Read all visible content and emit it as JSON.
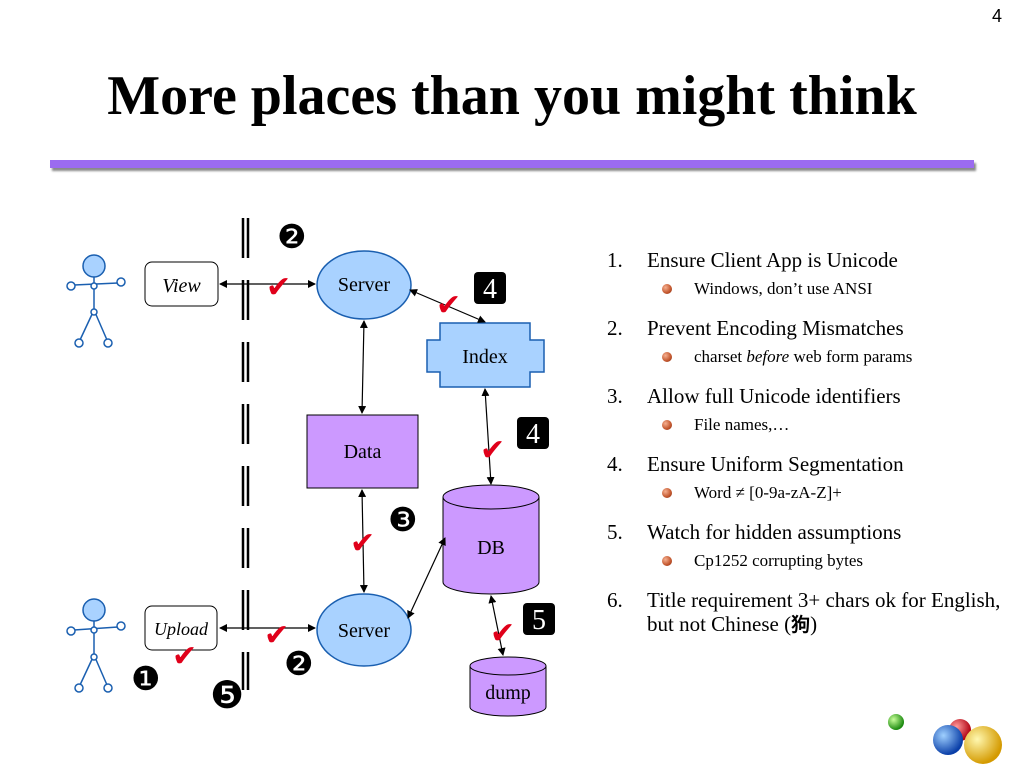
{
  "slide": {
    "number": "4",
    "title": "More places than you might think"
  },
  "diagram": {
    "view_label": "View",
    "upload_label": "Upload",
    "server_top_label": "Server",
    "server_bottom_label": "Server",
    "data_label": "Data",
    "index_label": "Index",
    "db_label": "DB",
    "dump_label": "dump",
    "markers": {
      "m1": "❶",
      "m2_top": "❷",
      "m2_bottom": "❷",
      "m3": "❸",
      "m4_top": "4",
      "m4_mid": "4",
      "m5_top": "5",
      "m5_bottom": "❺"
    },
    "check_glyph": "✔",
    "colors": {
      "server": "#a9d2ff",
      "data": "#cc99ff",
      "index": "#a9d2ff",
      "check": "#e0001a",
      "rule": "#9b6bf0"
    }
  },
  "list": {
    "items": [
      {
        "num": "1.",
        "text": "Ensure Client App is Unicode",
        "sub": "Windows, don’t use ANSI"
      },
      {
        "num": "2.",
        "text": "Prevent Encoding Mismatches",
        "sub_pre": "charset ",
        "sub_em": "before",
        "sub_post": " web form params"
      },
      {
        "num": "3.",
        "text": "Allow full Unicode identifiers",
        "sub": "File names,…"
      },
      {
        "num": "4.",
        "text": "Ensure Uniform Segmentation",
        "sub": "Word ≠ [0-9a-zA-Z]+"
      },
      {
        "num": "5.",
        "text": "Watch for hidden assumptions",
        "sub": "Cp1252 corrupting bytes"
      },
      {
        "num": "6.",
        "text": "Title requirement 3+ chars ok for English, but not Chinese (",
        "cjk": "狗",
        "tail": ")"
      }
    ]
  }
}
